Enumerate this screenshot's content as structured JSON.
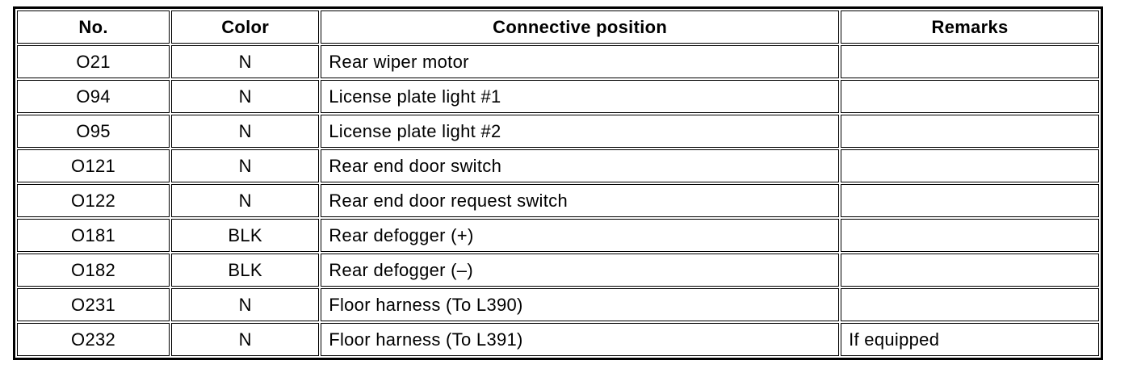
{
  "page": {
    "background_color": "#ffffff",
    "text_color": "#000000",
    "border_color": "#000000"
  },
  "table": {
    "headers": [
      "No.",
      "Color",
      "Connective position",
      "Remarks"
    ],
    "rows": [
      {
        "no": "O21",
        "color": "N",
        "position": "Rear wiper motor",
        "remarks": ""
      },
      {
        "no": "O94",
        "color": "N",
        "position": "License plate light #1",
        "remarks": ""
      },
      {
        "no": "O95",
        "color": "N",
        "position": "License plate light #2",
        "remarks": ""
      },
      {
        "no": "O121",
        "color": "N",
        "position": "Rear end door switch",
        "remarks": ""
      },
      {
        "no": "O122",
        "color": "N",
        "position": "Rear end door request switch",
        "remarks": ""
      },
      {
        "no": "O181",
        "color": "BLK",
        "position": "Rear defogger (+)",
        "remarks": ""
      },
      {
        "no": "O182",
        "color": "BLK",
        "position": "Rear defogger (–)",
        "remarks": ""
      },
      {
        "no": "O231",
        "color": "N",
        "position": "Floor harness (To L390)",
        "remarks": ""
      },
      {
        "no": "O232",
        "color": "N",
        "position": "Floor harness (To L391)",
        "remarks": "If equipped"
      }
    ]
  }
}
